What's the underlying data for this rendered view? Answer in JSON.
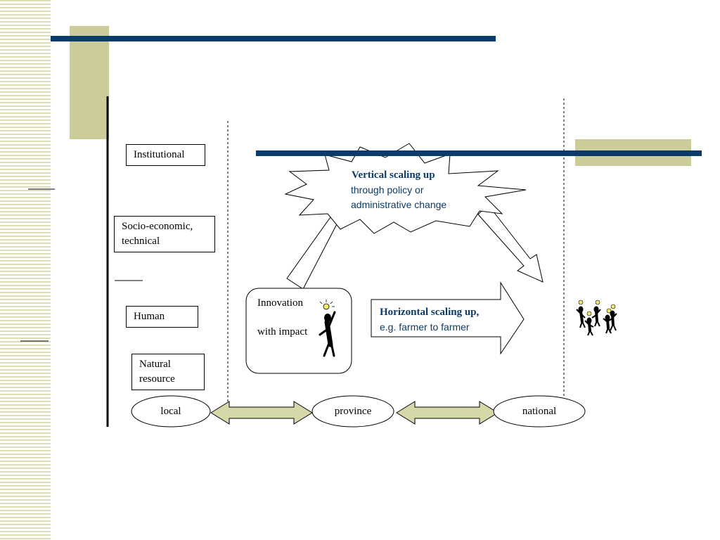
{
  "colors": {
    "navy": "#0b3b6b",
    "khaki": "#cccc99",
    "stripe": "#deddb3",
    "arrow_fill": "#d6d9a7"
  },
  "levels": {
    "institutional": "Institutional",
    "socio_economic": "Socio-economic, technical",
    "human": "Human",
    "natural_resource": "Natural resource"
  },
  "scale": {
    "local": "local",
    "province": "province",
    "national": "national"
  },
  "innovation": {
    "line1": "Innovation",
    "line2": "with impact"
  },
  "vertical": {
    "title": "Vertical scaling up",
    "line2": "through policy or",
    "line3": "administrative change"
  },
  "horizontal": {
    "title": "Horizontal scaling up,",
    "line2": "e.g. farmer to farmer"
  }
}
